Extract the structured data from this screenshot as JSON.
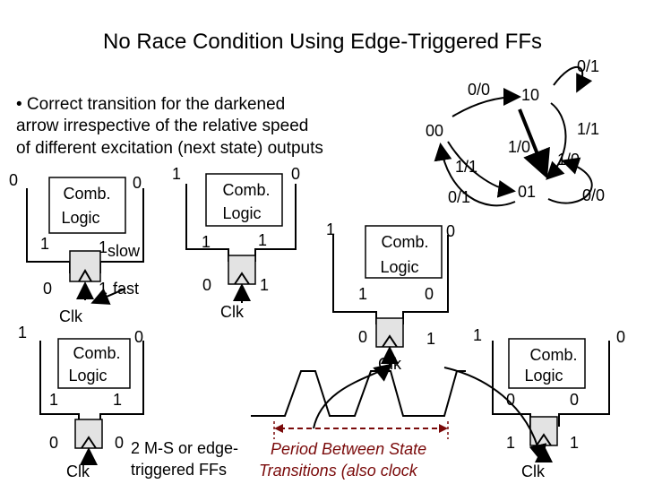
{
  "title": "No Race Condition Using Edge-Triggered FFs",
  "bullet_lines": [
    "• Correct transition for the darkened",
    "arrow irrespective of the relative speed",
    "of different excitation (next state) outputs"
  ],
  "comb_label": [
    "Comb.",
    "Logic"
  ],
  "clk_label": "Clk",
  "slow_label": "slow",
  "fast_label": "fast",
  "bit_0": "0",
  "bit_1": "1",
  "note": [
    "2 M-S or edge-",
    "triggered FFs"
  ],
  "period_caption": [
    "Period Between State",
    "Transitions (also clock"
  ],
  "states": {
    "s00": "00",
    "s10": "10",
    "s01": "01"
  },
  "transitions": {
    "t00_10": "0/0",
    "t10_self": "0/1",
    "t10_01": "1/1",
    "t01_10": "1/0",
    "t01_self": "1/0",
    "t00_01": "1/1",
    "t01_00": "0/1",
    "t01_out": "0/0"
  },
  "colors": {
    "caption": "#7a0a0a",
    "highlight_arrow": "#000000",
    "shade": "#e3e3e3"
  }
}
